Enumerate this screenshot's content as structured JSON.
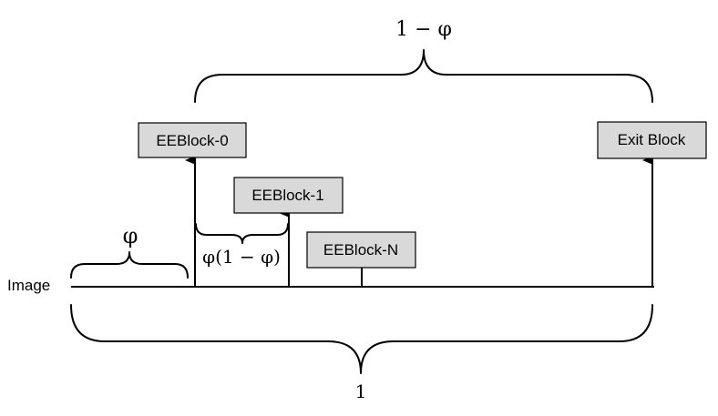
{
  "axis_label": "Image",
  "blocks": [
    {
      "label": "EEBlock-0"
    },
    {
      "label": "EEBlock-1"
    },
    {
      "label": "EEBlock-N"
    },
    {
      "label": "Exit Block"
    }
  ],
  "braces": {
    "phi": "φ",
    "phi_one_minus_phi": "φ(1 − φ)",
    "one_minus_phi": "1 − φ",
    "one": "1"
  },
  "colors": {
    "block_fill": "#d9d9d9",
    "stroke": "#000000"
  }
}
